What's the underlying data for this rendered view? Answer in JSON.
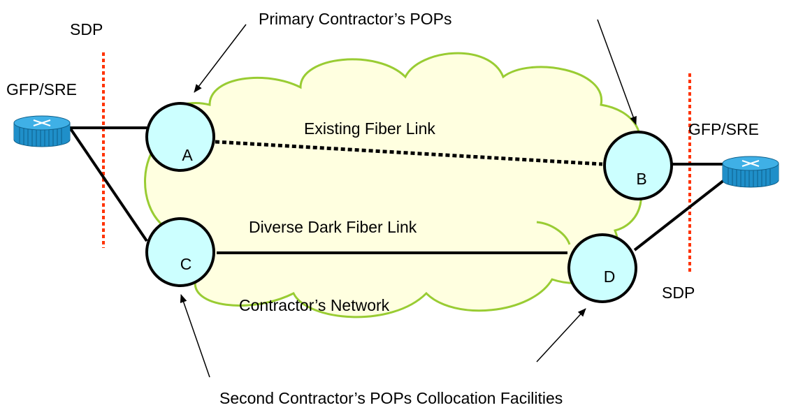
{
  "labels": {
    "sdp_left": "SDP",
    "sdp_right": "SDP",
    "gfp_left": "GFP/SRE",
    "gfp_right": "GFP/SRE",
    "primary_pops": "Primary Contractor’s POPs",
    "existing_link": "Existing Fiber Link",
    "diverse_link": "Diverse Dark Fiber Link",
    "network": "Contractor’s Network",
    "second_pops": "Second Contractor’s POPs Collocation Facilities"
  },
  "nodes": {
    "a": "A",
    "b": "B",
    "c": "C",
    "d": "D"
  },
  "colors": {
    "cloud_fill": "#FFFFE0",
    "cloud_stroke": "#99CC33",
    "node_fill": "#CCFFFF",
    "sdp_line": "#FF3300",
    "router_body": "#1F8FC9",
    "router_top": "#3FB0E6"
  },
  "icons": {
    "router": "router-icon"
  }
}
